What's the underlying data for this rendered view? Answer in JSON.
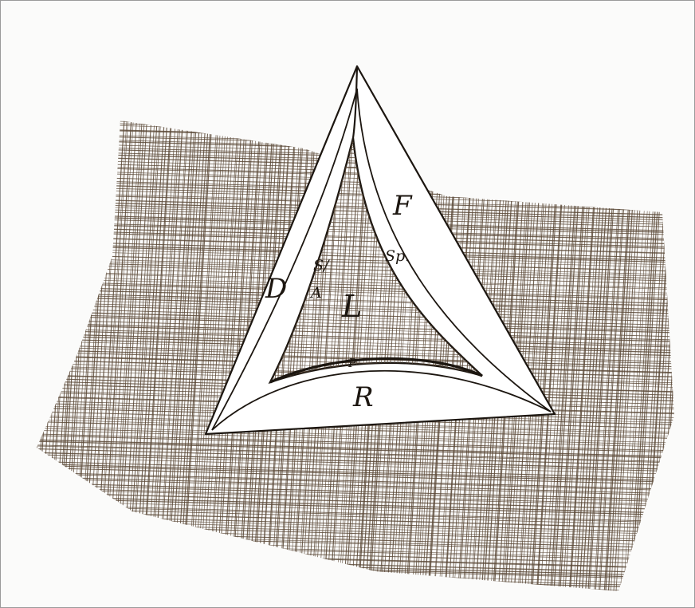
{
  "colors": {
    "paper": "#fbfbfa",
    "ink": "#1c1610",
    "hatch": "#5b4938",
    "face": "#ffffff"
  },
  "labels": {
    "outer_left": "D",
    "outer_right": "F",
    "outer_bottom": "R",
    "inner_left_top": "S/",
    "inner_left_bottom": "A",
    "inner_right": "Sp.",
    "inner_bottom": "P",
    "center": "L"
  }
}
